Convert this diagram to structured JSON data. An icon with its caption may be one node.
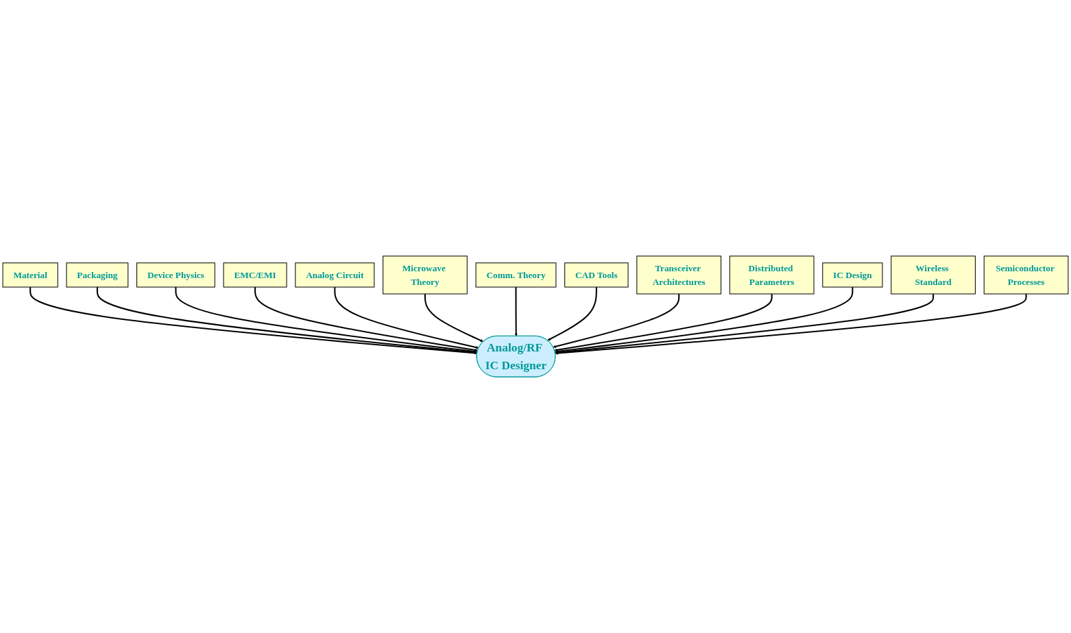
{
  "diagram": {
    "nodes": [
      {
        "text": [
          "Material"
        ]
      },
      {
        "text": [
          "Packaging"
        ]
      },
      {
        "text": [
          "Device Physics"
        ]
      },
      {
        "text": [
          "EMC/EMI"
        ]
      },
      {
        "text": [
          "Analog Circuit"
        ]
      },
      {
        "text": [
          "Microwave Theory"
        ]
      },
      {
        "text": [
          "Comm. Theory"
        ]
      },
      {
        "text": [
          "Analog/RF IC Designer"
        ]
      },
      {
        "text": [
          "CAD Tools"
        ]
      },
      {
        "text": [
          "Transceiver Architectures"
        ]
      },
      {
        "text": [
          "Distributed Parameters"
        ]
      },
      {
        "text": [
          "IC Design"
        ]
      },
      {
        "text": [
          "Wireless Standard"
        ]
      },
      {
        "text": [
          "Semiconductor Processes"
        ]
      }
    ],
    "edges": [
      {
        "from": 0,
        "to": 7,
        "arrow": "to"
      },
      {
        "from": 1,
        "to": 7,
        "arrow": "to"
      },
      {
        "from": 2,
        "to": 7,
        "arrow": "to"
      },
      {
        "from": 3,
        "to": 7,
        "arrow": "to"
      },
      {
        "from": 4,
        "to": 7,
        "arrow": "to"
      },
      {
        "from": 5,
        "to": 7,
        "arrow": "to"
      },
      {
        "from": 6,
        "to": 7,
        "arrow": "to"
      },
      {
        "from": 8,
        "to": 7,
        "arrow": "to"
      },
      {
        "from": 9,
        "to": 7,
        "arrow": "to"
      },
      {
        "from": 10,
        "to": 7,
        "arrow": "to"
      },
      {
        "from": 11,
        "to": 7,
        "arrow": "to"
      },
      {
        "from": 12,
        "to": 7,
        "arrow": "to"
      },
      {
        "from": 13,
        "to": 7,
        "arrow": "to"
      }
    ]
  }
}
